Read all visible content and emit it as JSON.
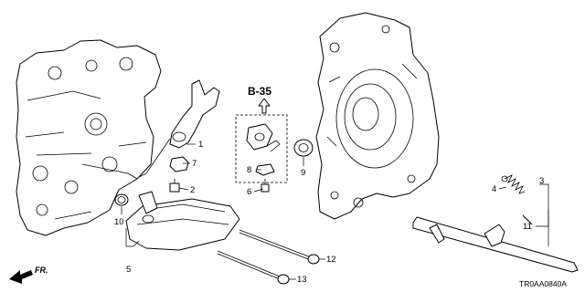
{
  "reference": "B-35",
  "diagram_code": "TR0AA0840A",
  "direction_label": "FR.",
  "callouts": [
    {
      "id": "c1",
      "number": "1"
    },
    {
      "id": "c2",
      "number": "2"
    },
    {
      "id": "c3",
      "number": "3"
    },
    {
      "id": "c4",
      "number": "4"
    },
    {
      "id": "c5",
      "number": "5"
    },
    {
      "id": "c6",
      "number": "6"
    },
    {
      "id": "c7",
      "number": "7"
    },
    {
      "id": "c8",
      "number": "8"
    },
    {
      "id": "c9",
      "number": "9"
    },
    {
      "id": "c10",
      "number": "10"
    },
    {
      "id": "c11",
      "number": "11"
    },
    {
      "id": "c12",
      "number": "12"
    },
    {
      "id": "c13",
      "number": "13"
    }
  ]
}
